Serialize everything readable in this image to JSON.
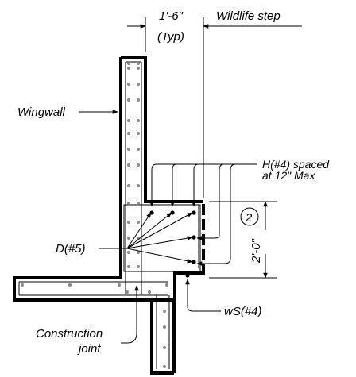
{
  "labels": {
    "dimension_top": "1'-6\"",
    "dimension_top_note": "(Typ)",
    "wildlife_step": "Wildlife step",
    "wingwall": "Wingwall",
    "h_bars_line1": "H(#4) spaced",
    "h_bars_line2": "at 12\" Max",
    "detail_number": "2",
    "dimension_side": "2'-0\"",
    "d_bars": "D(#5)",
    "ws_bars": "wS(#4)",
    "construction_joint_line1": "Construction",
    "construction_joint_line2": "joint"
  },
  "colors": {
    "line": "#000000",
    "rebar_dot": "#8a8a8a",
    "background": "#ffffff"
  }
}
